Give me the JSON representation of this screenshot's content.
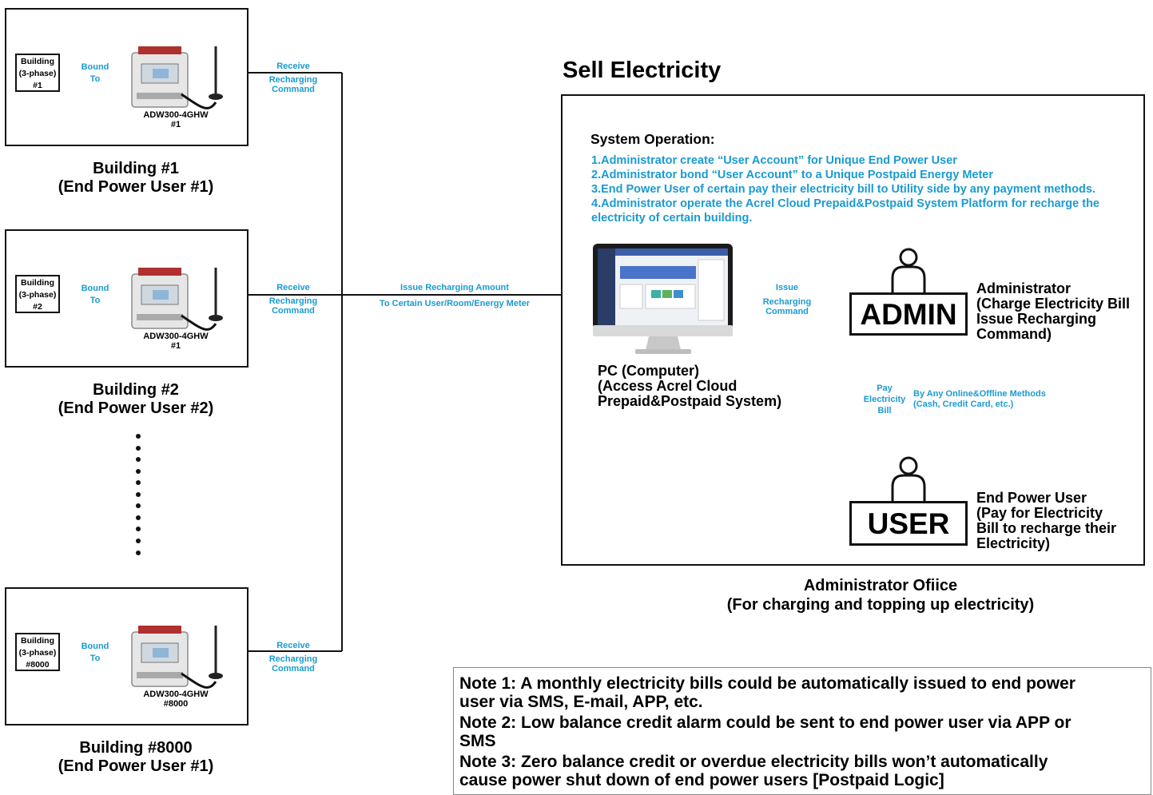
{
  "buildings": [
    {
      "tag": [
        "Building",
        "(3-phase)",
        "#1"
      ],
      "bound": [
        "Bound",
        "To"
      ],
      "meter": [
        "ADW300-4GHW",
        "#1"
      ],
      "receive": [
        "Receive",
        "Recharging",
        "Command"
      ],
      "title": [
        "Building #1",
        "(End Power User #1)"
      ]
    },
    {
      "tag": [
        "Building",
        "(3-phase)",
        "#2"
      ],
      "bound": [
        "Bound",
        "To"
      ],
      "meter": [
        "ADW300-4GHW",
        "#1"
      ],
      "receive": [
        "Receive",
        "Recharging",
        "Command"
      ],
      "title": [
        "Building #2",
        "(End Power User #2)"
      ]
    },
    {
      "tag": [
        "Building",
        "(3-phase)",
        "#8000"
      ],
      "bound": [
        "Bound",
        "To"
      ],
      "meter": [
        "ADW300-4GHW",
        "#8000"
      ],
      "receive": [
        "Receive",
        "Recharging",
        "Command"
      ],
      "title": [
        "Building #8000",
        "(End Power User #1)"
      ]
    }
  ],
  "issue_amount": [
    "Issue Recharging Amount",
    "To Certain User/Room/Energy Meter"
  ],
  "sell": {
    "title": "Sell Electricity",
    "operation_title": "System Operation:",
    "operations": [
      "1.Administrator create “User Account” for Unique End Power User",
      "2.Administrator bond “User Account” to a Unique Postpaid Energy Meter",
      "3.End Power User of certain pay their electricity bill to Utility side by any payment methods.",
      "4.Administrator operate the Acrel Cloud Prepaid&Postpaid System Platform for recharge the",
      "electricity of certain building."
    ],
    "pc_label": [
      "PC (Computer)",
      "(Access Acrel Cloud",
      "Prepaid&Postpaid System)"
    ],
    "issue_cmd": [
      "Issue",
      "Recharging",
      "Command"
    ],
    "admin_badge": "ADMIN",
    "admin_text": [
      "Administrator",
      "(Charge Electricity Bill",
      "Issue Recharging",
      "Command)"
    ],
    "pay_bill": [
      "Pay",
      "Electricity",
      "Bill"
    ],
    "any_methods": [
      "By Any Online&Offline Methods",
      "(Cash, Credit Card, etc.)"
    ],
    "user_badge": "USER",
    "user_text": [
      "End Power User",
      "(Pay for Electricity",
      "Bill to recharge their",
      "Electricity)"
    ],
    "office_caption": [
      "Administrator Ofiice",
      "(For charging and topping up electricity)"
    ]
  },
  "notes": [
    "Note 1: A monthly electricity bills could be automatically issued to end power",
    "user via SMS, E-mail, APP, etc.",
    "Note 2: Low balance credit alarm could be sent to end power user via APP or",
    "SMS",
    "Note 3: Zero balance credit or overdue electricity bills won’t automatically",
    "cause power shut down of end power users [Postpaid Logic]"
  ],
  "colors": {
    "accent_blue": "#1a9bd0",
    "line": "#111111"
  }
}
